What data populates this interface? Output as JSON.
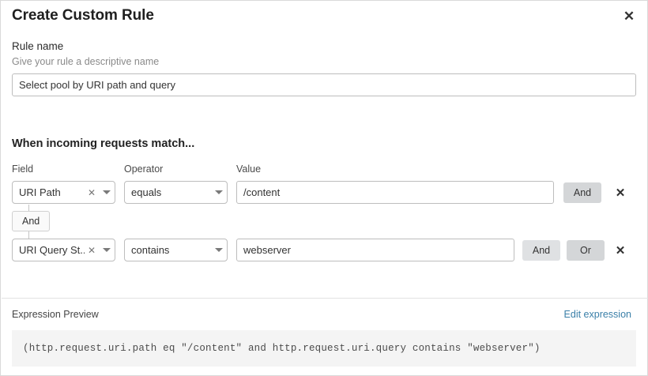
{
  "dialog": {
    "title": "Create Custom Rule",
    "close_icon": "close-icon"
  },
  "rule_name": {
    "label": "Rule name",
    "help_text": "Give your rule a descriptive name",
    "value": "Select pool by URI path and query",
    "placeholder": ""
  },
  "match_section": {
    "heading": "When incoming requests match...",
    "columns": {
      "field": "Field",
      "operator": "Operator",
      "value": "Value"
    },
    "connector": {
      "label": "And"
    },
    "conditions": [
      {
        "field": "URI Path",
        "operator": "equals",
        "value": "/content",
        "clear_icon": "clear-icon",
        "caret_icon": "chevron-down-icon",
        "delete_icon": "close-icon",
        "buttons": [
          "And"
        ]
      },
      {
        "field": "URI Query St...",
        "operator": "contains",
        "value": "webserver",
        "clear_icon": "clear-icon",
        "caret_icon": "chevron-down-icon",
        "delete_icon": "close-icon",
        "buttons": [
          "And",
          "Or"
        ]
      }
    ]
  },
  "expression_preview": {
    "title": "Expression Preview",
    "edit_link": "Edit expression",
    "expression": "(http.request.uri.path eq \"/content\" and http.request.uri.query contains \"webserver\")"
  },
  "colors": {
    "link": "#3a7fa8",
    "button_gray": "#d4d6d8",
    "preview_bg": "#f4f4f4",
    "border": "#bdbdbd"
  }
}
